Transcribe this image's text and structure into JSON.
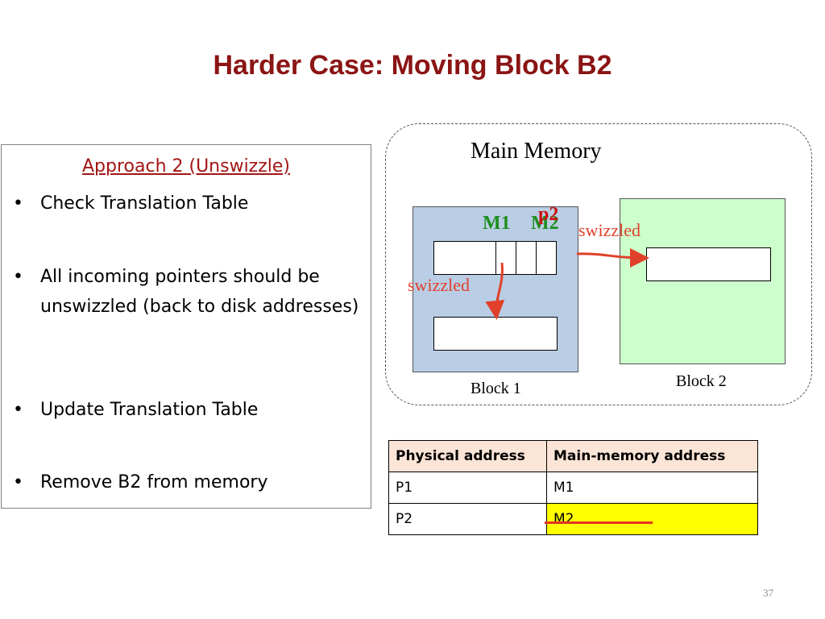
{
  "slide": {
    "title": "Harder Case: Moving Block B2",
    "page_number": "37"
  },
  "approach": {
    "heading": "Approach 2 (Unswizzle)",
    "bullet_symbol": "•",
    "bullets": [
      "Check Translation Table",
      "All incoming pointers should be unswizzled (back to disk addresses)",
      "Update Translation Table",
      "Remove B2 from memory"
    ]
  },
  "diagram": {
    "region_label": "Main Memory",
    "block1_label": "Block 1",
    "block2_label": "Block 2",
    "m1_label": "M1",
    "m2_label": "M2",
    "p2_label": "p2",
    "swizzled_left": "swizzled",
    "swizzled_right": "swizzled",
    "colors": {
      "block1_fill": "#b9cde4",
      "block2_fill": "#ccffcc",
      "m_label": "#1e8e1e",
      "p_label": "#cc1111",
      "arrow": "#e0402a"
    }
  },
  "translation_table": {
    "headers": [
      "Physical address",
      "Main-memory address"
    ],
    "rows": [
      [
        "P1",
        "M1"
      ],
      [
        "P2",
        "M2"
      ]
    ],
    "highlight_color": "#ffff00",
    "strike_color": "#e53322"
  }
}
